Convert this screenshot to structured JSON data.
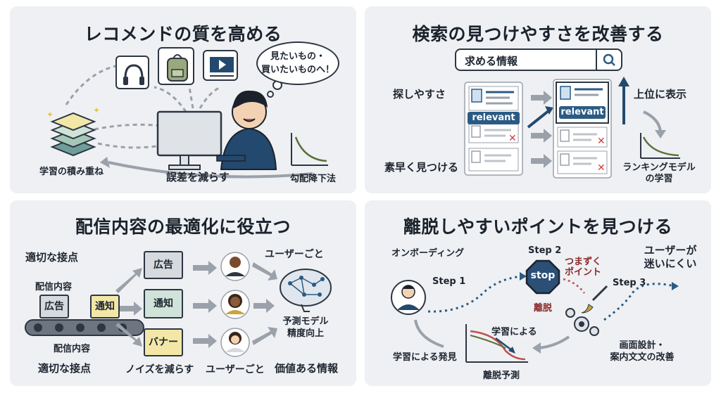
{
  "colors": {
    "panel_bg": "#eef0f3",
    "navy": "#2b5b84",
    "dark": "#2d3642",
    "red_x": "#d83a3a",
    "green_box": "#cfe3d8",
    "yellow_box": "#f2e7a7",
    "stop_red": "#2b4f76"
  },
  "panel_recommend": {
    "title": "レコメンドの質を高める",
    "bubble_text": "見たいもの・\n買いたいものへ！",
    "learning_label": "学習の積み重ね",
    "error_label": "誤差を減らす",
    "gradient_label": "勾配降下法",
    "icons": [
      "headphones-icon",
      "backpack-icon",
      "video-player-icon",
      "stacked-layers-icon",
      "monitor-icon",
      "person-icon"
    ]
  },
  "panel_search": {
    "title": "検索の見つけやすさを改善する",
    "search_text": "求める情報",
    "easy_find_label": "探しやすさ",
    "quick_find_label": "素早く見つける",
    "top_label": "上位に表示",
    "ranking_label": "ランキングモデル\nの学習",
    "relevant_tag": "relevant",
    "icons": [
      "search-icon",
      "document-icon",
      "x-mark-icon",
      "up-arrow-icon"
    ]
  },
  "panel_delivery": {
    "title": "配信内容の最適化に役立つ",
    "touchpoint_label_top": "適切な接点",
    "touchpoint_label_bottom": "適切な接点",
    "content_label_top": "配信内容",
    "content_label_bottom": "配信内容",
    "box_ad": "広告",
    "box_notice": "通知",
    "box_banner": "バナー",
    "user_label_top": "ユーザーごと",
    "user_label_bottom": "ユーザーごと",
    "model_label": "予測モデル\n精度向上",
    "noise_label": "ノイズを減らす",
    "value_label": "価値ある情報",
    "icons": [
      "conveyor-icon",
      "brain-network-icon",
      "user-avatar-icon"
    ]
  },
  "panel_churn": {
    "title": "離脱しやすいポイントを見つける",
    "onboarding_label": "オンボーディング",
    "step1": "Step 1",
    "step2": "Step 2",
    "step3": "Step 3",
    "stop_text": "stop",
    "churn_label": "離脱",
    "stumble_label": "つまずく\nポイント",
    "less_lost_label": "ユーザーが\n迷いにくい",
    "learning_found_label": "学習による発見",
    "learning_label": "学習による",
    "prediction_label": "離脱予測",
    "ui_label": "画面設計・\n案内文文の改善",
    "icons": [
      "stop-sign-icon",
      "gear-icon",
      "brush-icon",
      "user-avatar-icon"
    ]
  }
}
